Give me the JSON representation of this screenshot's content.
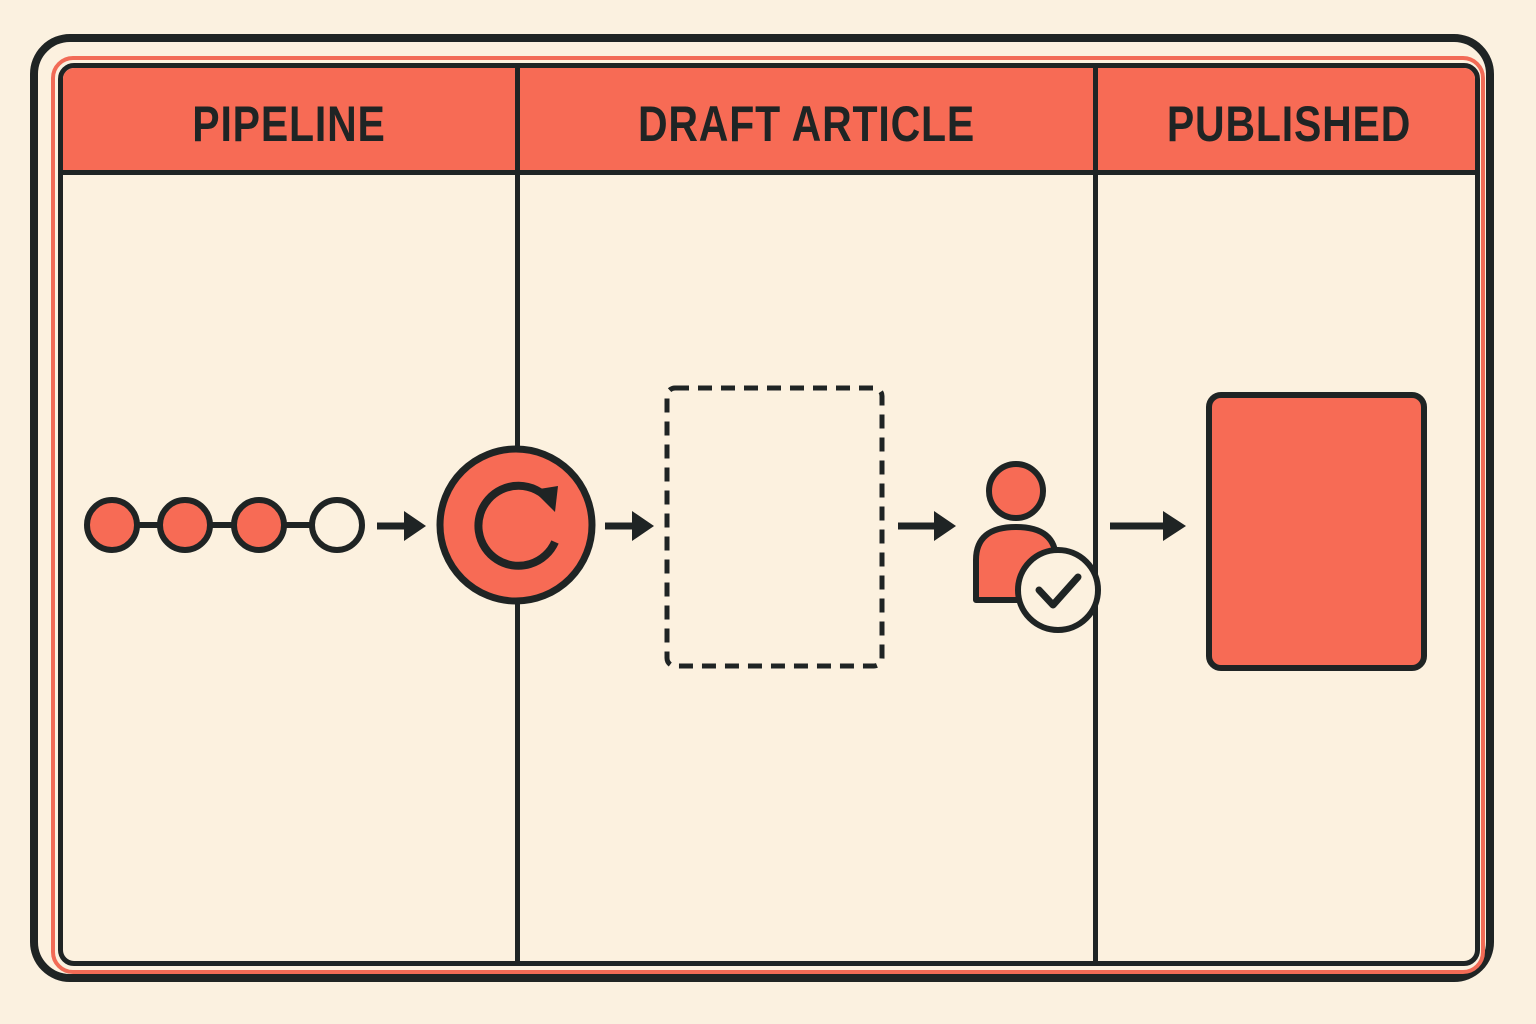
{
  "columns": [
    {
      "title": "PIPELINE"
    },
    {
      "title": "DRAFT ARTICLE"
    },
    {
      "title": "PUBLISHED"
    }
  ],
  "icons": {
    "queue": "queue-dots-icon",
    "process": "refresh-cycle-icon",
    "draft": "dashed-document-placeholder",
    "review": "user-approved-icon",
    "published": "filled-document-card",
    "connector": "arrow-right-icon"
  },
  "colors": {
    "accent": "#f76b55",
    "ink": "#1f2424",
    "background": "#fcf1df"
  }
}
